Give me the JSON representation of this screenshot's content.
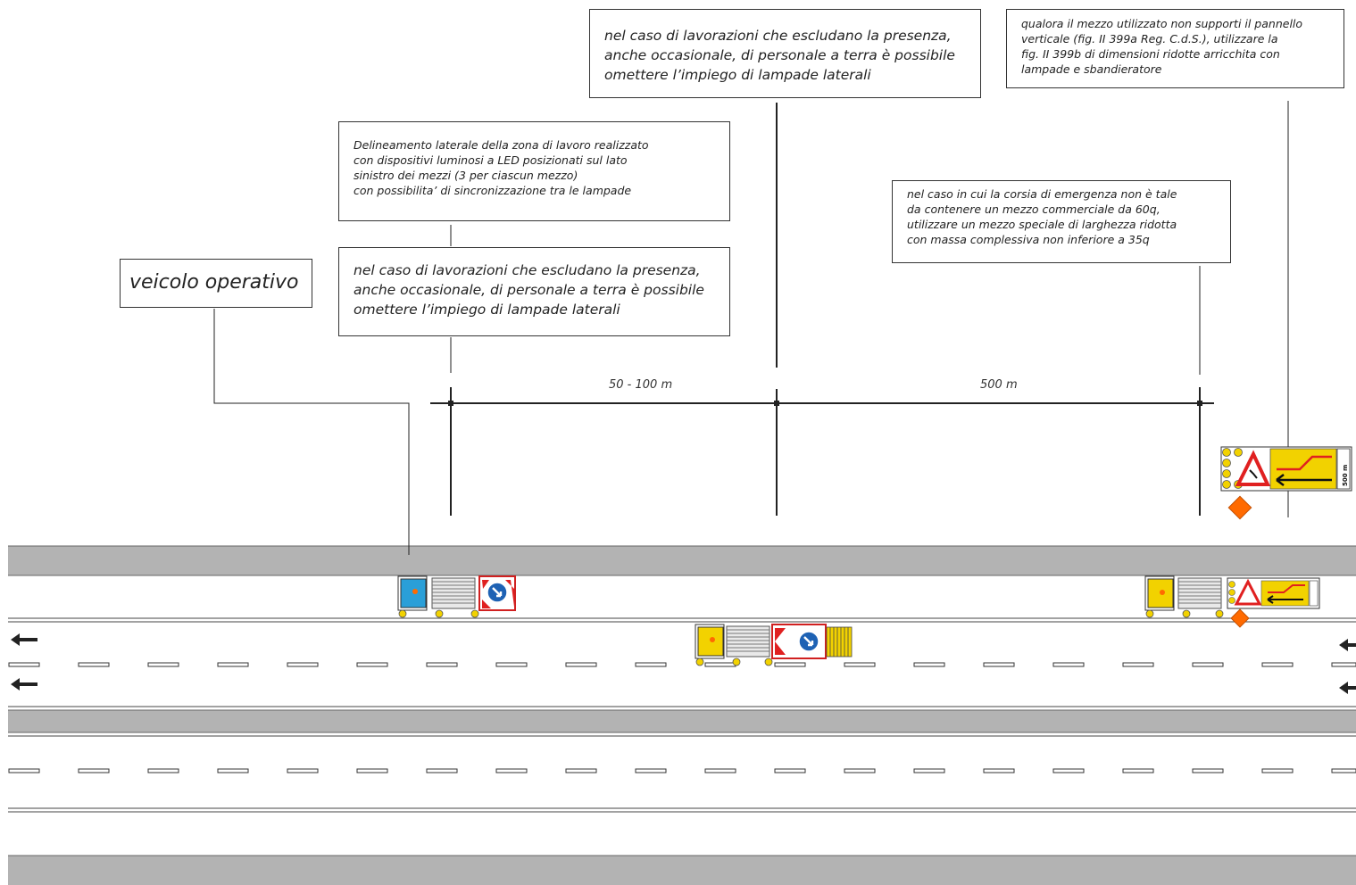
{
  "notes": {
    "top_center": "nel caso di lavorazioni che escludano la presenza,\nanche occasionale, di personale a terra è possibile\nomettere l’impiego di lampade laterali",
    "top_right": "qualora il mezzo utilizzato non supporti il pannello\nverticale (fig. II 399a Reg. C.d.S.), utilizzare la\nfig. II 399b di dimensioni ridotte arricchita con\nlampade e sbandieratore",
    "led_delineation": "Delineamento laterale della zona di lavoro realizzato\ncon dispositivi luminosi a LED posizionati sul lato\nsinistro dei mezzi (3 per ciascun mezzo)\ncon possibilita’ di sincronizzazione tra le lampade",
    "middle_left": "nel caso di lavorazioni che escludano la presenza,\nanche occasionale, di personale a terra è possibile\nomettere l’impiego di lampade laterali",
    "emergency_lane": "nel caso in cui la corsia di emergenza non è tale\nda contenere un mezzo commerciale da 60q,\nutilizzare un mezzo speciale di larghezza ridotta\ncon massa complessiva non inferiore a 35q",
    "vehicle": "veicolo operativo"
  },
  "distances": {
    "d1": "50 - 100 m",
    "d2": "500 m"
  },
  "sign_text": "500 m",
  "colors": {
    "road_gray": "#b3b3b3",
    "sign_yellow": "#f2d200",
    "warning_red": "#e02020",
    "arrow_blue": "#1e62b4",
    "cab_blue": "#2a9fd8",
    "flag_orange": "#ff6a00"
  }
}
